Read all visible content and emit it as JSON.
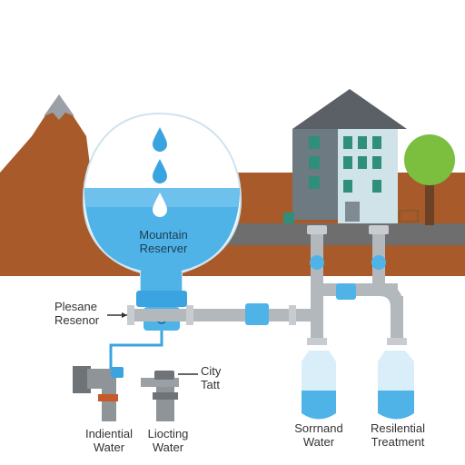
{
  "labels": {
    "reservoir": {
      "line1": "Mountain",
      "line2": "Reserver"
    },
    "pressure": {
      "line1": "Plesane",
      "line2": "Resenor"
    },
    "city_tank": {
      "line1": "City",
      "line2": "Tatt"
    },
    "industrial": {
      "line1": "Indiential",
      "line2": "Water"
    },
    "lifting": {
      "line1": "Liocting",
      "line2": "Water"
    },
    "surround": {
      "line1": "Sorrnand",
      "line2": "Water"
    },
    "residential": {
      "line1": "Resilential",
      "line2": "Treatment"
    }
  },
  "colors": {
    "sky": "#ffffff",
    "ground": "#a85a2a",
    "mountain_snow": "#9aa0a6",
    "water": "#4fb3e8",
    "water_light": "#cdeaf9",
    "pipe": "#b3b8bd",
    "house_roof": "#5b6066",
    "house_wall": "#cfe3e8",
    "tree": "#7cbf3f",
    "trunk": "#6b4226"
  },
  "icons": [
    "water-drop-icon",
    "valve-icon",
    "tank-icon",
    "tree-icon",
    "house-icon",
    "mountain-icon"
  ]
}
